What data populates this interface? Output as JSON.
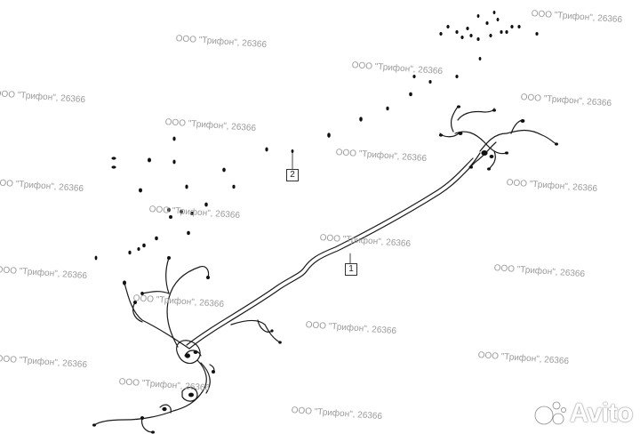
{
  "watermark_text": "ООО \"Трифон\", 26366",
  "callouts": [
    "1",
    "2"
  ],
  "brand": {
    "logo_text": "Avito",
    "icon": "avito-dots-icon"
  },
  "colors": {
    "line": "#1a1a1a",
    "watermark": "#9a9a9a"
  }
}
